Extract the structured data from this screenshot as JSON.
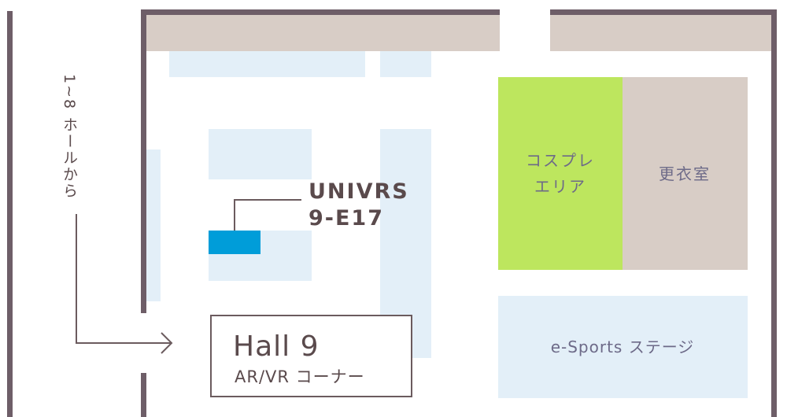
{
  "approach": {
    "label": "1~8 ホールから"
  },
  "booth": {
    "name": "UNIVRS",
    "code": "9-E17"
  },
  "hall": {
    "title": "Hall 9",
    "subtitle": "AR/VR コーナー"
  },
  "areas": {
    "cosplay_line1": "コスプレ",
    "cosplay_line2": "エリア",
    "changing_room": "更衣室",
    "esports_stage": "e-Sports ステージ"
  },
  "colors": {
    "wall": "#6e5e68",
    "wall_band": "#d8cdc6",
    "block": "#e3eff8",
    "booth_highlight": "#009dd9",
    "cosplay_area": "#bde65e",
    "changing_room": "#d8cdc6",
    "text_dark": "#5a4a4c",
    "text_area": "#6d6a88",
    "leader": "#6b5b5e"
  }
}
